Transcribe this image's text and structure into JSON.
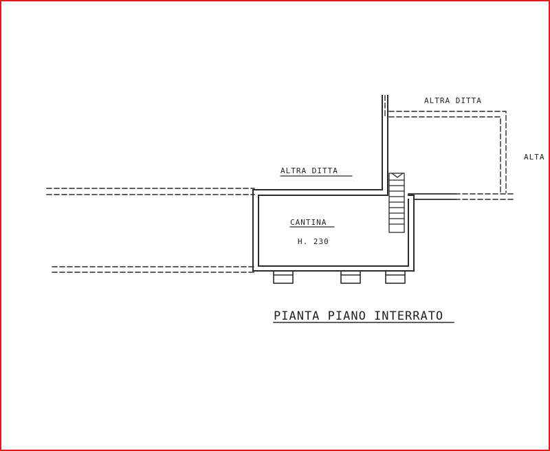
{
  "colors": {
    "frame": "#e11b1b",
    "line": "#2a2a2a"
  },
  "labels": {
    "altra_ditta_top": "ALTRA DITTA",
    "altra_ditta_right": "ALTA",
    "altra_ditta_left": "ALTRA DITTA",
    "room_name": "CANTINA",
    "room_height": "H. 230",
    "plan_title": "PIANTA PIANO INTERRATO"
  }
}
